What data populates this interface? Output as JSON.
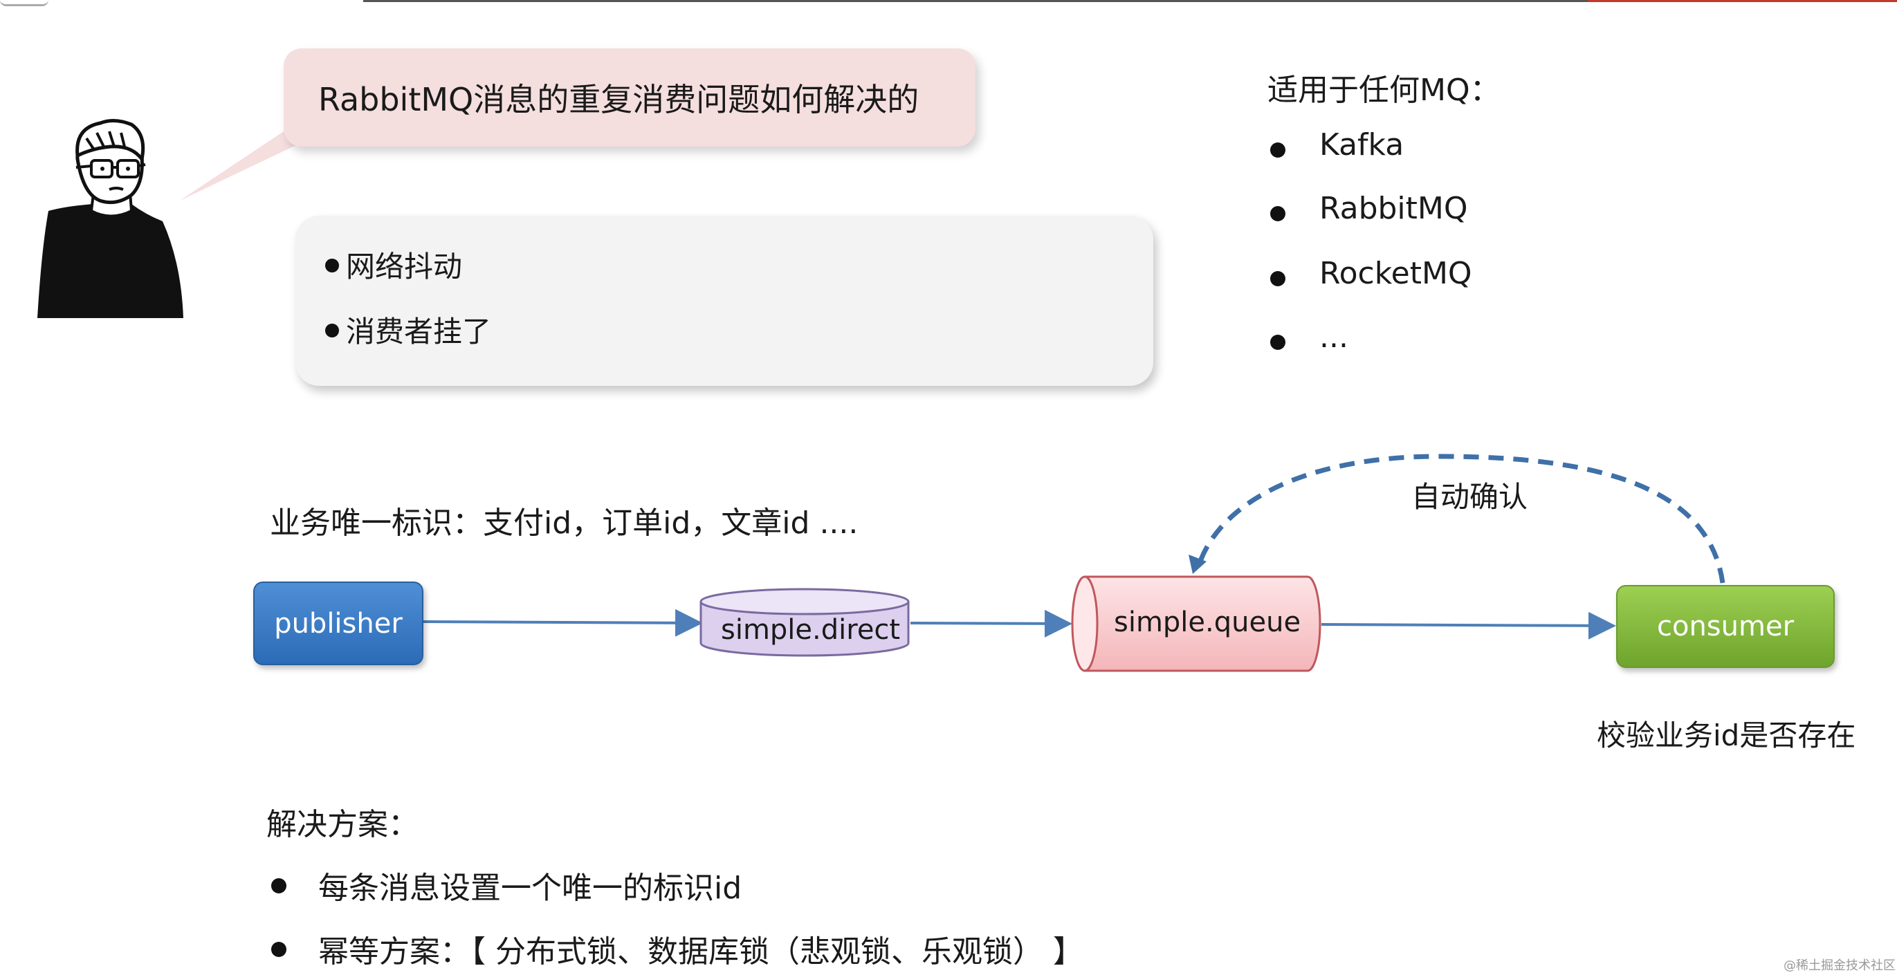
{
  "question": "RabbitMQ消息的重复消费问题如何解决的",
  "causes": [
    "网络抖动",
    "消费者挂了"
  ],
  "applicable": {
    "title": "适用于任何MQ：",
    "items": [
      "Kafka",
      "RabbitMQ",
      "RocketMQ",
      "..."
    ]
  },
  "business_id_note": "业务唯一标识：支付id，订单id，文章id ....",
  "flow": {
    "publisher": "publisher",
    "exchange": "simple.direct",
    "queue": "simple.queue",
    "consumer": "consumer",
    "ack_label": "自动确认",
    "consumer_note": "校验业务id是否存在"
  },
  "solution": {
    "title": "解决方案：",
    "items": [
      "每条消息设置一个唯一的标识id",
      "幂等方案：【 分布式锁、数据库锁（悲观锁、乐观锁） 】"
    ]
  },
  "watermark": "@稀土掘金技术社区",
  "colors": {
    "publisher": "#2c6bb6",
    "exchange": "#dcd0ee",
    "queue": "#f8c9cc",
    "consumer": "#7fb33a",
    "arrow": "#4f7fb8",
    "bubble": "#f5dede"
  }
}
